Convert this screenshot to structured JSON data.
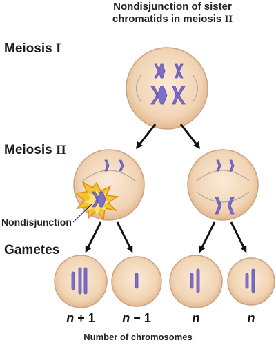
{
  "title_line1": "Nondisjunction of sister",
  "title_line2": "chromatids in meiosis",
  "title_roman": "II",
  "stages": {
    "meiosis1": {
      "word": "Meiosis",
      "roman": "I"
    },
    "meiosis2": {
      "word": "Meiosis",
      "roman": "II"
    },
    "gametes": {
      "word": "Gametes"
    }
  },
  "nondisjunction_label": "Nondisjunction",
  "gamete_counts": [
    {
      "var": "n",
      "suffix": " + 1"
    },
    {
      "var": "n",
      "suffix": " − 1"
    },
    {
      "var": "n",
      "suffix": ""
    },
    {
      "var": "n",
      "suffix": ""
    }
  ],
  "footer": "Number of chromosomes",
  "colors": {
    "cell_fill": "#f3d9bd",
    "cell_edge": "#c9a27f",
    "chromosome": "#7b6fc6",
    "chromosome_dark": "#5a4fa8",
    "arrow": "#111111",
    "burst": "#f4c430"
  }
}
